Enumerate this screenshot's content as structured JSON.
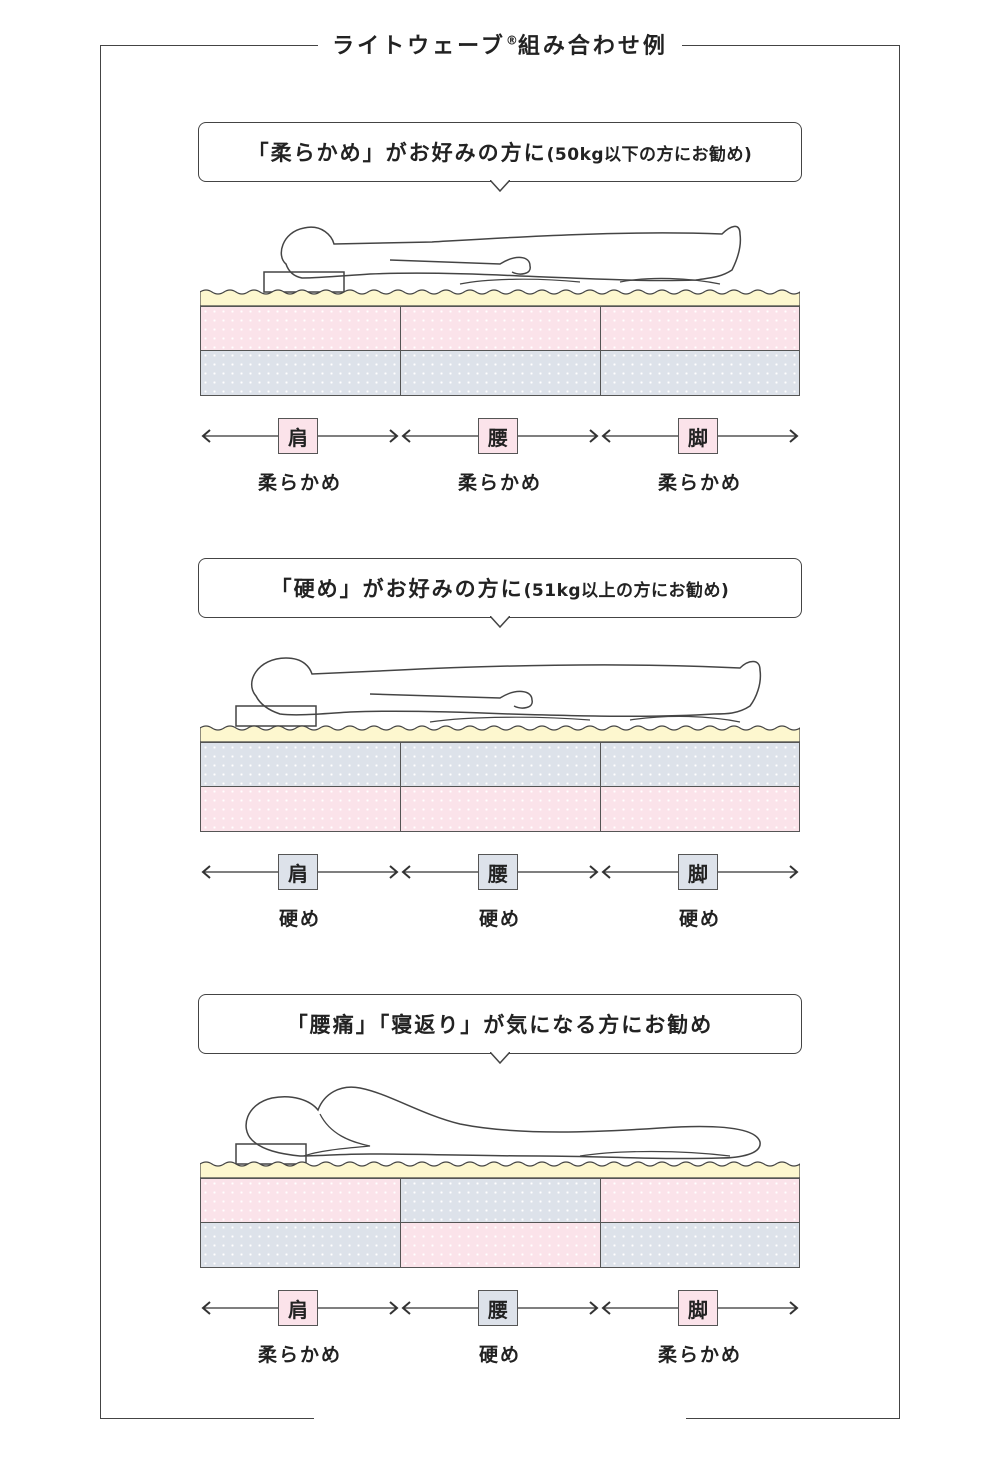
{
  "header": {
    "title": "ライトウェーブ",
    "registered": "®",
    "title_suffix": "組み合わせ例"
  },
  "sections": [
    {
      "bubble": "「柔らかめ」がお好みの方に",
      "bubble_note": "(50kg以下の方にお勧め)",
      "top_row": [
        "soft",
        "soft",
        "soft"
      ],
      "bottom_row": [
        "hard",
        "hard",
        "hard"
      ],
      "zones": [
        {
          "part": "肩",
          "firmness": "柔らかめ",
          "tone": "soft"
        },
        {
          "part": "腰",
          "firmness": "柔らかめ",
          "tone": "soft"
        },
        {
          "part": "脚",
          "firmness": "柔らかめ",
          "tone": "soft"
        }
      ]
    },
    {
      "bubble": "「硬め」がお好みの方に",
      "bubble_note": "(51kg以上の方にお勧め)",
      "top_row": [
        "hard",
        "hard",
        "hard"
      ],
      "bottom_row": [
        "soft",
        "soft",
        "soft"
      ],
      "zones": [
        {
          "part": "肩",
          "firmness": "硬め",
          "tone": "hard"
        },
        {
          "part": "腰",
          "firmness": "硬め",
          "tone": "hard"
        },
        {
          "part": "脚",
          "firmness": "硬め",
          "tone": "hard"
        }
      ]
    },
    {
      "bubble": "「腰痛」「寝返り」が気になる方にお勧め",
      "bubble_note": "",
      "top_row": [
        "soft",
        "hard",
        "soft"
      ],
      "bottom_row": [
        "hard",
        "soft",
        "hard"
      ],
      "zones": [
        {
          "part": "肩",
          "firmness": "柔らかめ",
          "tone": "soft"
        },
        {
          "part": "腰",
          "firmness": "硬め",
          "tone": "hard"
        },
        {
          "part": "脚",
          "firmness": "柔らかめ",
          "tone": "soft"
        }
      ]
    }
  ],
  "colors": {
    "soft": "#fbe3ea",
    "hard": "#dde2ea",
    "topper": "#fdf7cf",
    "line": "#444444"
  },
  "icons": [
    "person-lying-on-back",
    "person-lying-on-side",
    "double-arrow-icon"
  ]
}
